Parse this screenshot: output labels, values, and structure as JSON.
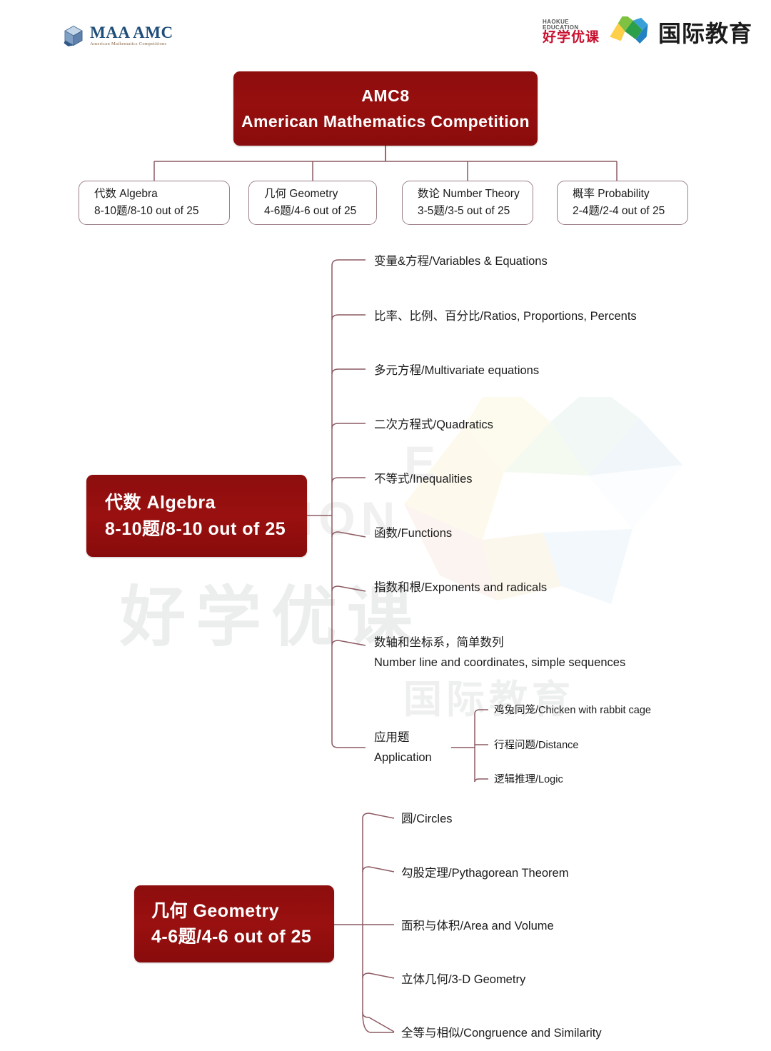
{
  "header": {
    "left_logo": {
      "name": "maa-amc-logo",
      "primary": "MAA AMC",
      "subtitle": "American Mathematics Competitions"
    },
    "right_logo": {
      "name": "haokue-education-logo",
      "en_line1": "HAOKUE",
      "en_line2": "EDUCATION",
      "cn_brand": "好学优课",
      "cn_suffix": "国际教育"
    }
  },
  "watermark": {
    "big_cn": "好学优课",
    "small_cn": "国际教育",
    "faint_en_1": "E",
    "faint_en_2": "ION"
  },
  "colors": {
    "node_red": "#8d0d0d",
    "connector": "#8c5a62",
    "box_border": "#9c8086",
    "text": "#1b1b1b",
    "watermark_gray": "#eceded"
  },
  "root": {
    "line1": "AMC8",
    "line2": "American Mathematics Competition"
  },
  "categories": [
    {
      "title": "代数 Algebra",
      "count": "8-10题/8-10 out of 25"
    },
    {
      "title": "几何 Geometry",
      "count": "4-6题/4-6 out of 25"
    },
    {
      "title": "数论 Number Theory",
      "count": "3-5题/3-5 out of 25"
    },
    {
      "title": "概率 Probability",
      "count": "2-4题/2-4 out of 25"
    }
  ],
  "algebra": {
    "node": {
      "line1": "代数 Algebra",
      "line2": "8-10题/8-10 out of 25"
    },
    "topics": [
      {
        "text": "变量&方程/Variables & Equations"
      },
      {
        "text": "比率、比例、百分比/Ratios, Proportions, Percents"
      },
      {
        "text": "多元方程/Multivariate equations"
      },
      {
        "text": "二次方程式/Quadratics"
      },
      {
        "text": "不等式/Inequalities"
      },
      {
        "text": "函数/Functions"
      },
      {
        "text": "指数和根/Exponents and radicals"
      }
    ],
    "topic_two_line": {
      "line1": "数轴和坐标系，简单数列",
      "line2": "Number line and coordinates, simple sequences"
    },
    "application": {
      "line1": "应用题",
      "line2": "Application"
    },
    "application_children": [
      "鸡兔同笼/Chicken with rabbit cage",
      "行程问题/Distance",
      "逻辑推理/Logic"
    ]
  },
  "geometry": {
    "node": {
      "line1": "几何 Geometry",
      "line2": "4-6题/4-6 out of 25"
    },
    "topics": [
      {
        "text": "圆/Circles"
      },
      {
        "text": "勾股定理/Pythagorean Theorem"
      },
      {
        "text": "面积与体积/Area and Volume"
      },
      {
        "text": "立体几何/3-D Geometry"
      },
      {
        "text": "全等与相似/Congruence and Similarity"
      }
    ]
  }
}
